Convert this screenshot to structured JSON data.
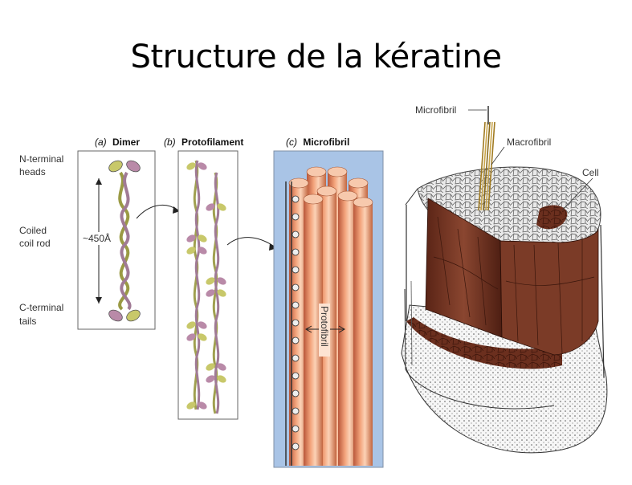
{
  "title": "Structure de la kératine",
  "panels": {
    "dimer": {
      "letter": "(a)",
      "name": "Dimer"
    },
    "protofilament": {
      "letter": "(b)",
      "name": "Protofilament"
    },
    "microfibril": {
      "letter": "(c)",
      "name": "Microfibril"
    }
  },
  "side_labels": {
    "n_terminal_line1": "N-terminal",
    "n_terminal_line2": "heads",
    "coiled_line1": "Coiled",
    "coiled_line2": "coil rod",
    "c_terminal_line1": "C-terminal",
    "c_terminal_line2": "tails"
  },
  "dimer_length": "~450Å",
  "protofibril_label": "Protofibril",
  "hair": {
    "microfibril": "Microfibril",
    "macrofibril": "Macrofibril",
    "cell": "Cell"
  },
  "colors": {
    "coil_yellow": "#c8c86a",
    "coil_purple": "#b98aa8",
    "microfibril_bg": "#a9c4e6",
    "fiber_orange": "#e08a5e",
    "hair_brown": "#7a3b28"
  }
}
